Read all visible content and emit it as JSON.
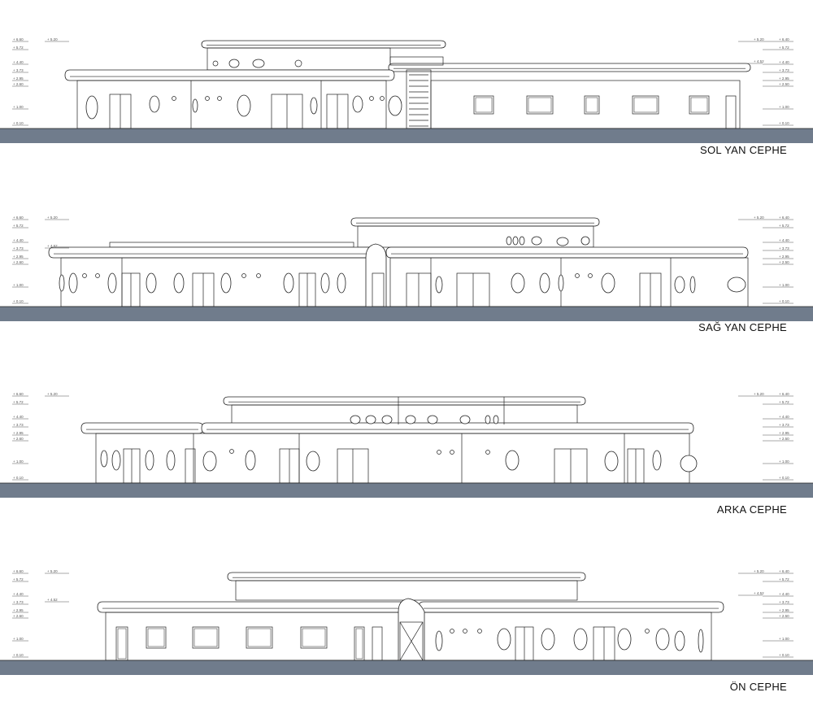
{
  "elevations": [
    {
      "id": "sol-yan",
      "title": "SOL YAN CEPHE",
      "levels_left": [
        "+ 6.60",
        "+ 5.72",
        "+ 4.40",
        "+ 3.73",
        "+ 2.95",
        "+ 2.60",
        "+ 1.00",
        "+ 0.10"
      ],
      "levels_left_extra": [
        "+ 5.20"
      ],
      "levels_right": [
        "+ 6.40",
        "+ 5.72",
        "+ 4.40",
        "+ 3.73",
        "+ 2.95",
        "+ 2.50",
        "+ 1.00",
        "+ 0.10"
      ],
      "levels_right_extra": [
        "+ 5.20",
        "+ 4.52"
      ]
    },
    {
      "id": "sag-yan",
      "title": "SAĞ YAN CEPHE",
      "levels_left": [
        "+ 6.60",
        "+ 5.72",
        "+ 4.40",
        "+ 3.73",
        "+ 2.95",
        "+ 2.60",
        "+ 1.00",
        "+ 0.10"
      ],
      "levels_left_extra": [
        "+ 5.20",
        "+ 4.52"
      ],
      "levels_right": [
        "+ 6.40",
        "+ 5.72",
        "+ 4.40",
        "+ 3.73",
        "+ 2.95",
        "+ 2.50",
        "+ 1.00",
        "+ 0.10"
      ],
      "levels_right_extra": [
        "+ 5.20"
      ]
    },
    {
      "id": "arka",
      "title": "ARKA CEPHE",
      "levels_left": [
        "+ 6.60",
        "+ 5.72",
        "+ 4.40",
        "+ 3.73",
        "+ 2.95",
        "+ 2.60",
        "+ 1.00",
        "+ 0.10"
      ],
      "levels_left_extra": [
        "+ 5.20"
      ],
      "levels_right": [
        "+ 6.40",
        "+ 5.72",
        "+ 4.40",
        "+ 3.73",
        "+ 2.95",
        "+ 2.50",
        "+ 1.00",
        "+ 0.10"
      ],
      "levels_right_extra": [
        "+ 5.20"
      ]
    },
    {
      "id": "on",
      "title": "ÖN CEPHE",
      "levels_left": [
        "+ 6.60",
        "+ 5.72",
        "+ 4.40",
        "+ 3.73",
        "+ 2.95",
        "+ 2.60",
        "+ 1.00",
        "+ 0.10"
      ],
      "levels_left_extra": [
        "+ 5.20",
        "+ 4.52"
      ],
      "levels_right": [
        "+ 6.40",
        "+ 5.72",
        "+ 4.40",
        "+ 3.73",
        "+ 2.95",
        "+ 2.50",
        "+ 1.00",
        "+ 0.10"
      ],
      "levels_right_extra": [
        "+ 5.20",
        "+ 4.52"
      ]
    }
  ],
  "colors": {
    "ground": "#707c8c",
    "line": "#222222",
    "dim": "#555555"
  }
}
